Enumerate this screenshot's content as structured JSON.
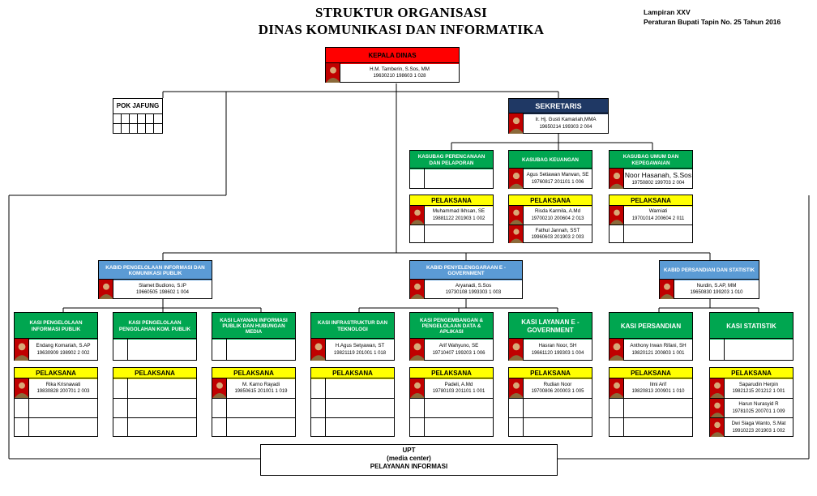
{
  "header": {
    "title_line1": "STRUKTUR ORGANISASI",
    "title_line2": "DINAS KOMUNIKASI DAN INFORMATIKA",
    "lampiran": "Lampiran XXV",
    "peraturan": "Peraturan Bupati Tapin No. 25 Tahun 2016"
  },
  "colors": {
    "red": "#ff0000",
    "navy": "#1f3864",
    "green": "#00a650",
    "yellow": "#ffff00",
    "blue": "#5b9bd5",
    "photo_red": "#c00000"
  },
  "kepala": {
    "title": "KEPALA DINAS",
    "name": "H.M. Tamberin, S.Sos, MM",
    "nip": "19630210 198603 1 028"
  },
  "pokjafung": {
    "title": "POK JAFUNG"
  },
  "sekretaris": {
    "title": "SEKRETARIS",
    "name": "Ir. Hj. Gusti Kamariah,MMA",
    "nip": "19650214 199303 2 004"
  },
  "kasubag": [
    {
      "title": "KASUBAG PERENCANAAN DAN PELAPORAN",
      "name": "",
      "nip": ""
    },
    {
      "title": "KASUBAG KEUANGAN",
      "name": "Agus Setiawan Marwan, SE",
      "nip": "19760817 201101 1 006"
    },
    {
      "title": "KASUBAG UMUM DAN KEPEGAWAIAN",
      "name": "Noor Hasanah, S.Sos",
      "nip": "19750802 199703 2 004"
    }
  ],
  "pelaksana_label": "PELAKSANA",
  "sek_pelaksana": [
    [
      {
        "name": "Muhammad Ikhsan, SE",
        "nip": "19881122 201903 1 002"
      },
      {
        "name": "",
        "nip": ""
      }
    ],
    [
      {
        "name": "Risda Karmila, A.Md",
        "nip": "19700210 200604 2 013"
      },
      {
        "name": "Fathul Jannah, SST",
        "nip": "19960603 201903 2 003"
      }
    ],
    [
      {
        "name": "Warniati",
        "nip": "19701014 200604 2 011"
      },
      {
        "name": "",
        "nip": ""
      }
    ]
  ],
  "kabid": [
    {
      "title": "KABID PENGELOLAAN INFORMASI DAN KOMUNIKASI PUBLIK",
      "name": "Slamet Budiono, S.IP",
      "nip": "19660505 198602 1 004"
    },
    {
      "title": "KABID PENYELENGGARAAN E -GOVERNMENT",
      "name": "Aryanadi, S.Sos",
      "nip": "19730108 1993303 1 003"
    },
    {
      "title": "KABID PERSANDIAN DAN STATISTIK",
      "name": "Nurdin, S.AP, MM",
      "nip": "19650830 199203 1 010"
    }
  ],
  "kasi": [
    {
      "title": "KASI PENGELOLAAN INFORMASI PUBLIK",
      "name": "Endang Komariah, S.AP",
      "nip": "19630909 198902 2 002"
    },
    {
      "title": "KASI PENGELOLAAN PENGOLAHAN KOM. PUBLIK",
      "name": "",
      "nip": ""
    },
    {
      "title": "KASI LAYANAN INFORMASI PUBLIK DAN HUBUNGAN MEDIA",
      "name": "",
      "nip": ""
    },
    {
      "title": "KASI INFRASTRUKTUR DAN TEKNOLOGI",
      "name": "H.Agus Setyawan, ST",
      "nip": "19821119 201001 1 018"
    },
    {
      "title": "KASI PENGEMBANGAN & PENGELOLAAN DATA & APLIKASI",
      "name": "Arif Wahyuno, SE",
      "nip": "19710407 199203 1 006"
    },
    {
      "title": "KASI LAYANAN E - GOVERNMENT",
      "name": "Hasran Noor, SH",
      "nip": "19661120 199303 1 004"
    },
    {
      "title": "KASI PERSANDIAN",
      "name": "Anthony Irwan Rifani, SH",
      "nip": "19820121 200803 1 001"
    },
    {
      "title": "KASI STATISTIK",
      "name": "",
      "nip": ""
    }
  ],
  "kasi_pelaksana": [
    [
      {
        "name": "Rika Krisnawati",
        "nip": "19830828 200701 2 003"
      },
      {
        "name": "",
        "nip": ""
      },
      {
        "name": "",
        "nip": ""
      }
    ],
    [
      {
        "name": "",
        "nip": ""
      },
      {
        "name": "",
        "nip": ""
      },
      {
        "name": "",
        "nip": ""
      }
    ],
    [
      {
        "name": "M. Karno Rayadi",
        "nip": "19850615 201001 1 019"
      },
      {
        "name": "",
        "nip": ""
      },
      {
        "name": "",
        "nip": ""
      }
    ],
    [
      {
        "name": "",
        "nip": ""
      },
      {
        "name": "",
        "nip": ""
      },
      {
        "name": "",
        "nip": ""
      }
    ],
    [
      {
        "name": "Padeli, A.Md",
        "nip": "19780103 201101 1 001"
      },
      {
        "name": "",
        "nip": ""
      },
      {
        "name": "",
        "nip": ""
      }
    ],
    [
      {
        "name": "Rudian Noor",
        "nip": "19700806 200003 1 005"
      },
      {
        "name": "",
        "nip": ""
      },
      {
        "name": "",
        "nip": ""
      }
    ],
    [
      {
        "name": "Ilmi Arif",
        "nip": "19820813 200901 1 010"
      },
      {
        "name": "",
        "nip": ""
      },
      {
        "name": "",
        "nip": ""
      }
    ],
    [
      {
        "name": "Saparudin Herpin",
        "nip": "19821215 201212 1 001"
      },
      {
        "name": "Harun Nurasyid R",
        "nip": "19781025 200701 1 009"
      },
      {
        "name": "Dwi Siaga Wanto, S.Mat",
        "nip": "19910223 201903 1 002"
      }
    ]
  ],
  "upt": {
    "line1": "UPT",
    "line2": "(media center)",
    "line3": "PELAYANAN INFORMASI"
  }
}
